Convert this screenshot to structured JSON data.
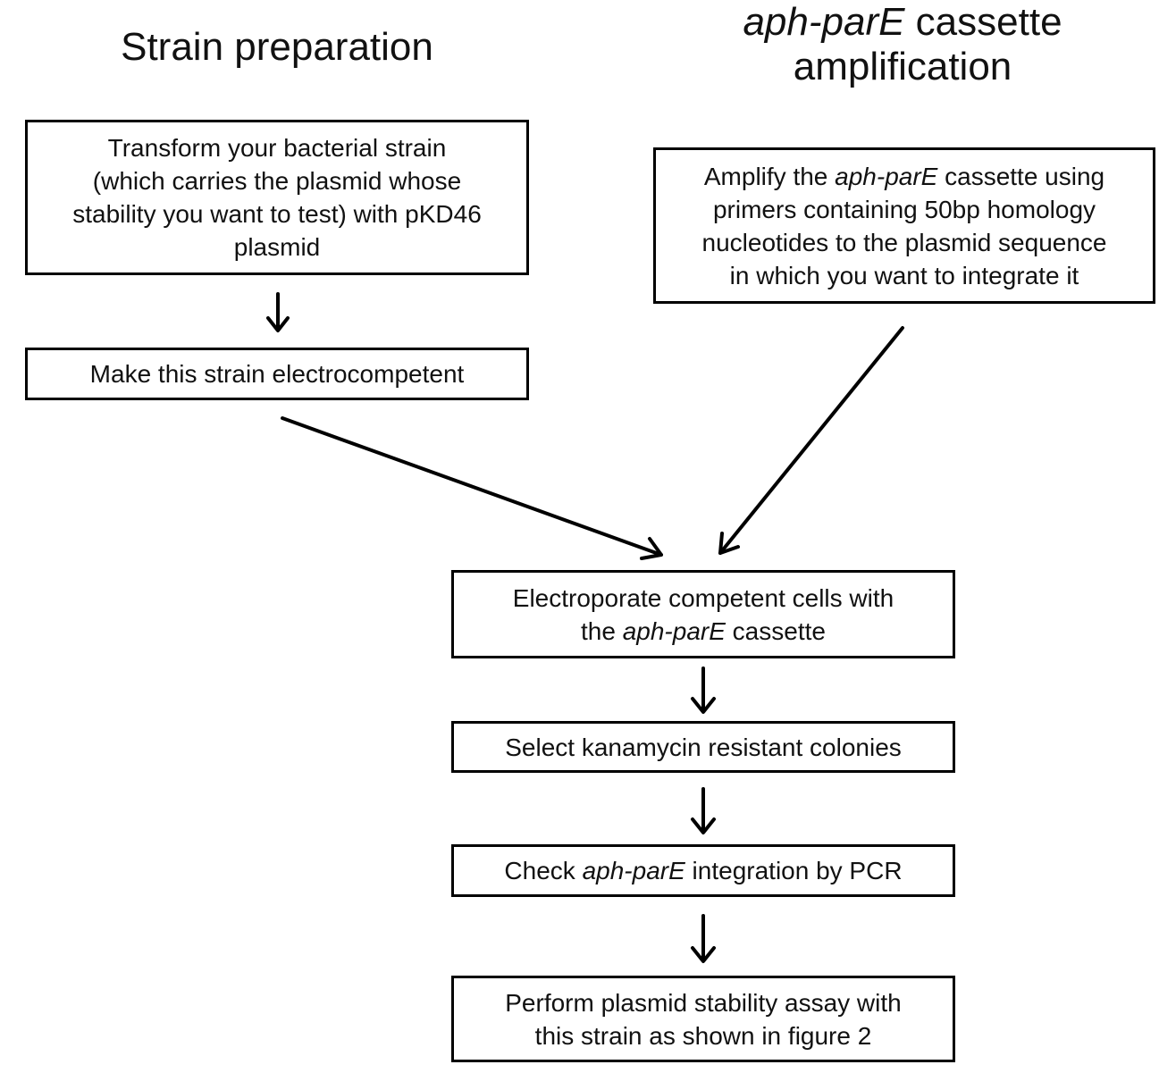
{
  "headings": {
    "left": "Strain preparation",
    "right_italic": "aph-parE",
    "right_rest": " cassette",
    "right_line2": "amplification"
  },
  "steps": {
    "transform": [
      "Transform your bacterial strain",
      "(which carries the plasmid whose",
      "stability you want to test) with pKD46",
      "plasmid"
    ],
    "electrocompetent": "Make this strain electrocompetent",
    "amplify": {
      "line1_pre": "Amplify the ",
      "line1_italic": "aph-parE",
      "line1_post": " cassette using",
      "line2": "primers containing 50bp homology",
      "line3": "nucleotides to the plasmid sequence",
      "line4": "in which you want to integrate it"
    },
    "electroporate": {
      "line1": "Electroporate competent cells with",
      "line2_pre": "the ",
      "line2_italic": "aph-parE",
      "line2_post": " cassette"
    },
    "select": "Select kanamycin resistant colonies",
    "check": {
      "pre": "Check ",
      "italic": "aph-parE",
      "post": " integration by PCR"
    },
    "assay": [
      "Perform plasmid stability assay with",
      "this strain as shown in figure 2"
    ]
  }
}
